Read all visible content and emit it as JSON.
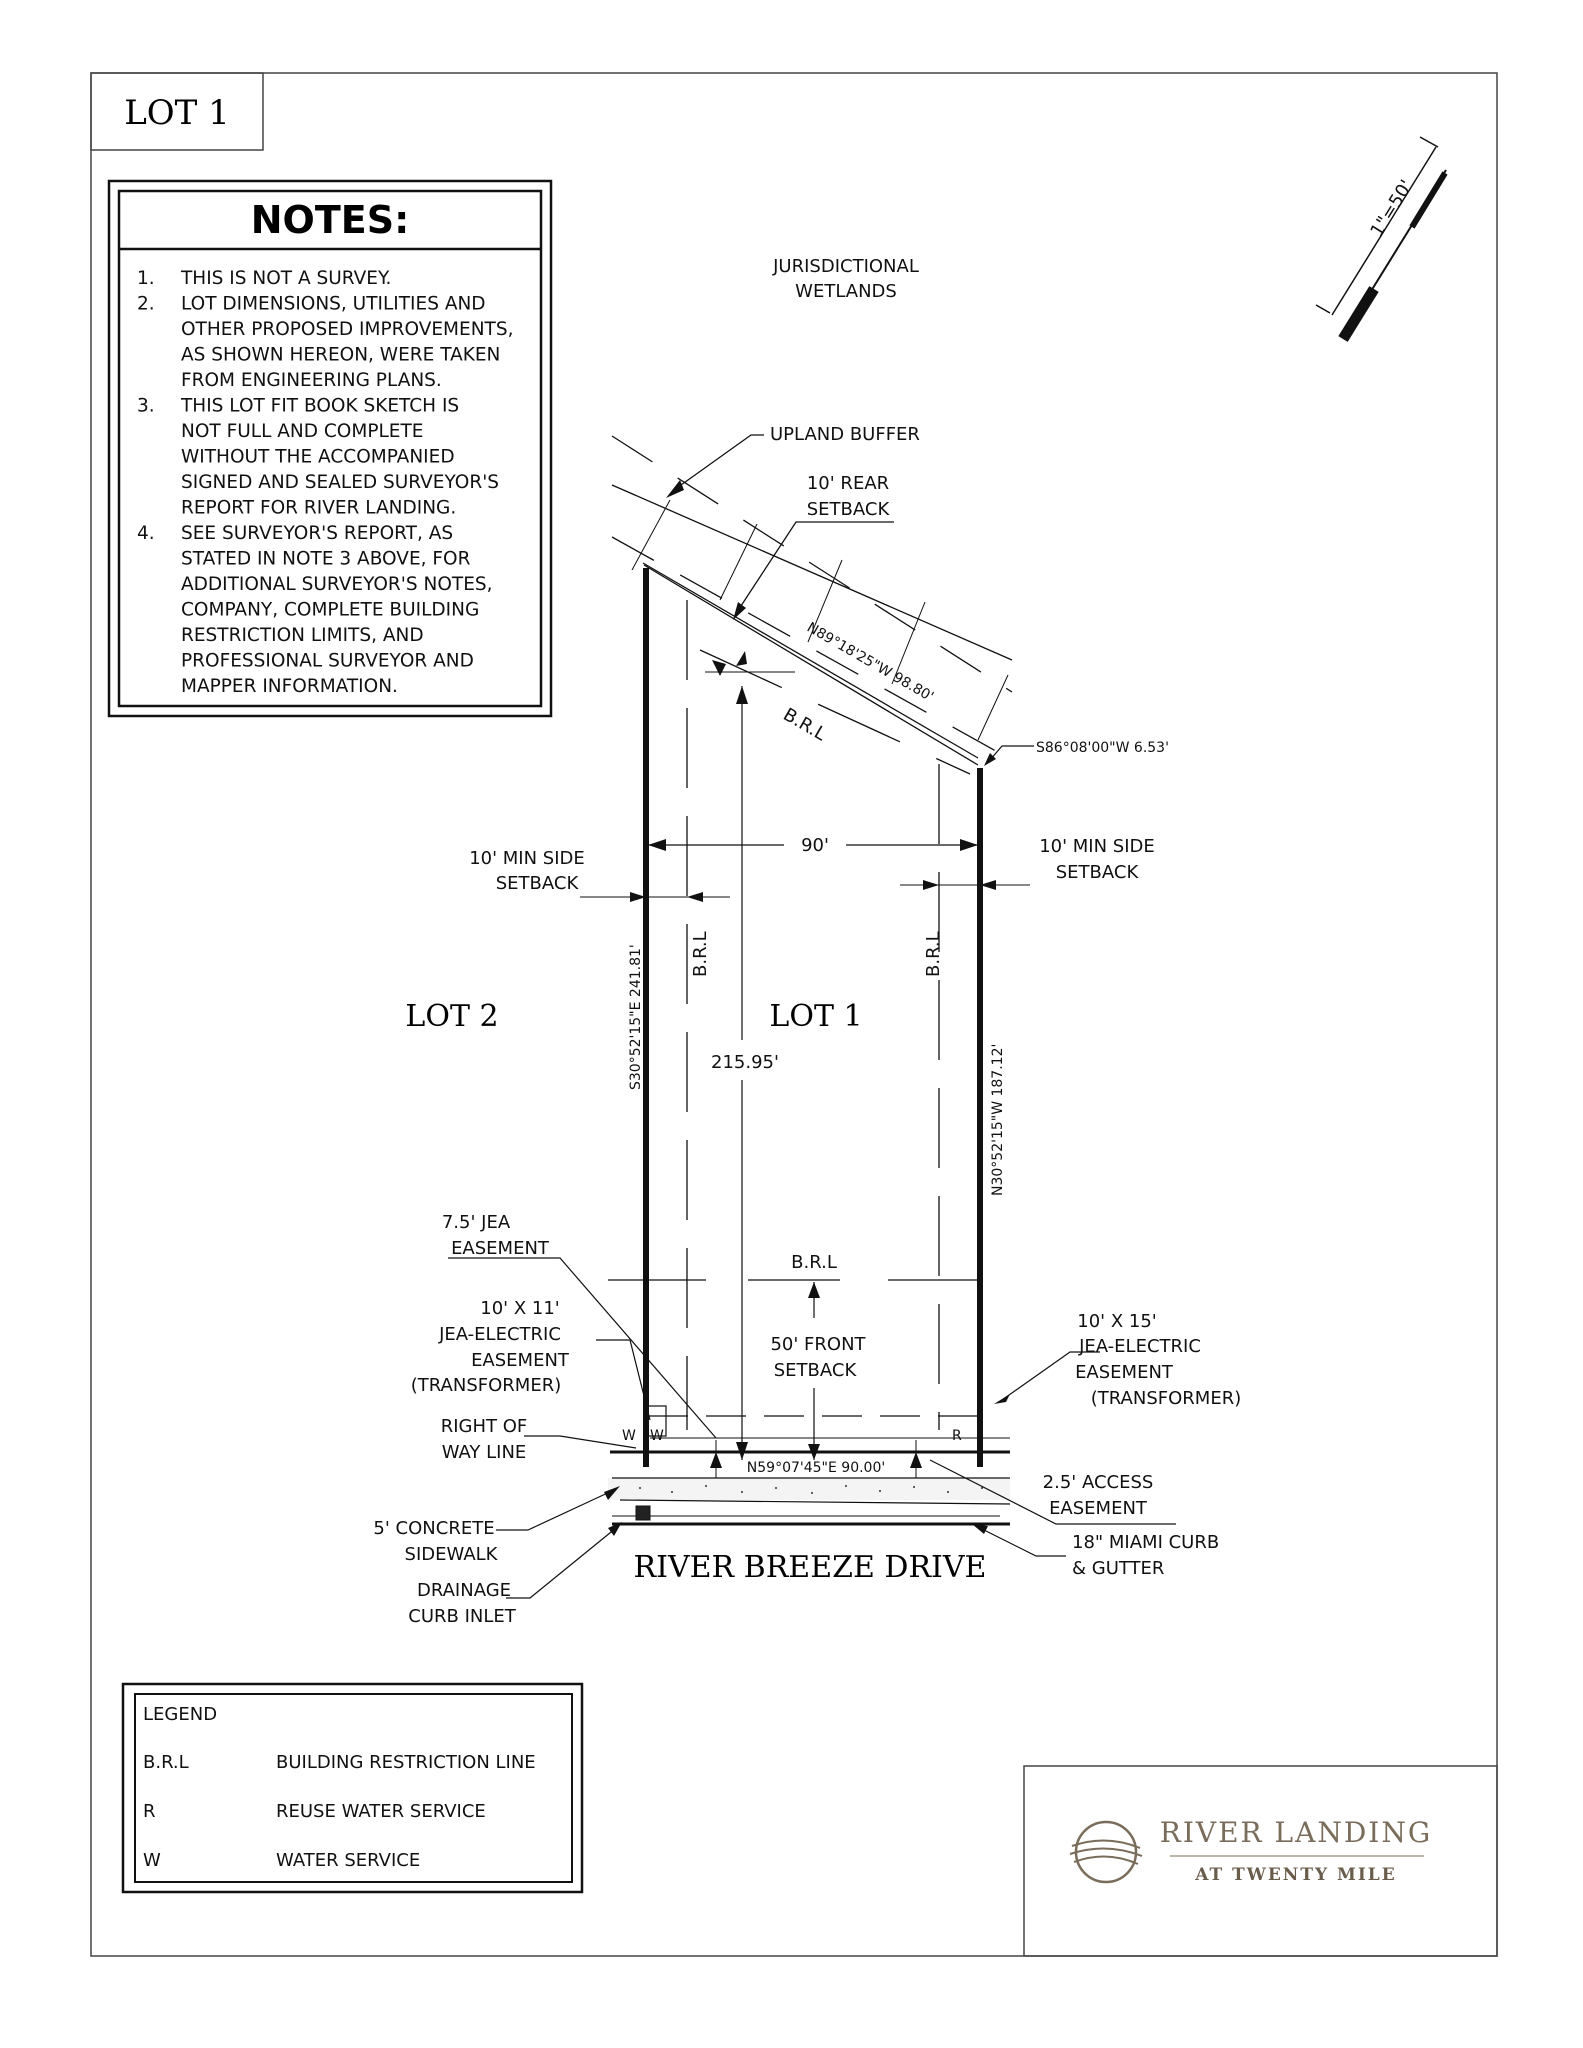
{
  "page_label": "LOT 1",
  "scale": "1\"=50'",
  "notes": {
    "title": "NOTES:",
    "lines": [
      {
        "num": "1.",
        "text": "THIS IS NOT A SURVEY."
      },
      {
        "num": "2.",
        "text": "LOT DIMENSIONS, UTILITIES AND"
      },
      {
        "num": "",
        "text": "OTHER PROPOSED IMPROVEMENTS,"
      },
      {
        "num": "",
        "text": "AS SHOWN HEREON, WERE TAKEN"
      },
      {
        "num": "",
        "text": "FROM ENGINEERING PLANS."
      },
      {
        "num": "3.",
        "text": "THIS LOT FIT BOOK SKETCH IS"
      },
      {
        "num": "",
        "text": "NOT FULL AND COMPLETE"
      },
      {
        "num": "",
        "text": "WITHOUT THE ACCOMPANIED"
      },
      {
        "num": "",
        "text": "SIGNED AND SEALED SURVEYOR'S"
      },
      {
        "num": "",
        "text": "REPORT FOR RIVER LANDING."
      },
      {
        "num": "4.",
        "text": "SEE SURVEYOR'S REPORT, AS"
      },
      {
        "num": "",
        "text": "STATED IN NOTE 3 ABOVE, FOR"
      },
      {
        "num": "",
        "text": "ADDITIONAL SURVEYOR'S NOTES,"
      },
      {
        "num": "",
        "text": "COMPANY, COMPLETE BUILDING"
      },
      {
        "num": "",
        "text": "RESTRICTION LIMITS, AND"
      },
      {
        "num": "",
        "text": "PROFESSIONAL SURVEYOR AND"
      },
      {
        "num": "",
        "text": "MAPPER INFORMATION."
      }
    ]
  },
  "labels": {
    "wetlands_1": "JURISDICTIONAL",
    "wetlands_2": "WETLANDS",
    "upland_buffer": "UPLAND BUFFER",
    "rear_setback_1": "10' REAR",
    "rear_setback_2": "SETBACK",
    "rear_bearing": "N89°18'25\"W 98.80'",
    "brl_rear": "B.R.L",
    "s86_bearing": "S86°08'00\"W 6.53'",
    "width_90": "90'",
    "min_side_left_1": "10' MIN SIDE",
    "min_side_left_2": "SETBACK",
    "min_side_right_1": "10' MIN SIDE",
    "min_side_right_2": "SETBACK",
    "brl_left": "B.R.L",
    "brl_right": "B.R.L",
    "lot2": "LOT 2",
    "lot1": "LOT 1",
    "depth": "215.95'",
    "left_bearing": "S30°52'15\"E 241.81'",
    "right_bearing": "N30°52'15\"W 187.12'",
    "jea_75_1": "7.5' JEA",
    "jea_75_2": "EASEMENT",
    "brl_front": "B.R.L",
    "front_setback_1": "50' FRONT",
    "front_setback_2": "SETBACK",
    "jea_left_1": "10' X 11'",
    "jea_left_2": "JEA-ELECTRIC",
    "jea_left_3": "EASEMENT",
    "jea_left_4": "(TRANSFORMER)",
    "jea_right_1": "10' X 15'",
    "jea_right_2": "JEA-ELECTRIC",
    "jea_right_3": "EASEMENT",
    "jea_right_4": "(TRANSFORMER)",
    "row_1": "RIGHT OF",
    "row_2": "WAY LINE",
    "front_bearing": "N59°07'45\"E 90.00'",
    "access_1": "2.5' ACCESS",
    "access_2": "EASEMENT",
    "sidewalk_1": "5' CONCRETE",
    "sidewalk_2": "SIDEWALK",
    "curb_1": "18\" MIAMI CURB",
    "curb_2": "& GUTTER",
    "drain_1": "DRAINAGE",
    "drain_2": "CURB INLET",
    "street": "RIVER BREEZE DRIVE",
    "marker_w": "W",
    "marker_r": "R"
  },
  "legend": {
    "title": "LEGEND",
    "rows": [
      {
        "code": "B.R.L",
        "desc": "BUILDING RESTRICTION LINE"
      },
      {
        "code": "R",
        "desc": "REUSE WATER SERVICE"
      },
      {
        "code": "W",
        "desc": "WATER SERVICE"
      }
    ]
  },
  "logo": {
    "name": "RIVER LANDING",
    "sub": "AT TWENTY MILE"
  }
}
